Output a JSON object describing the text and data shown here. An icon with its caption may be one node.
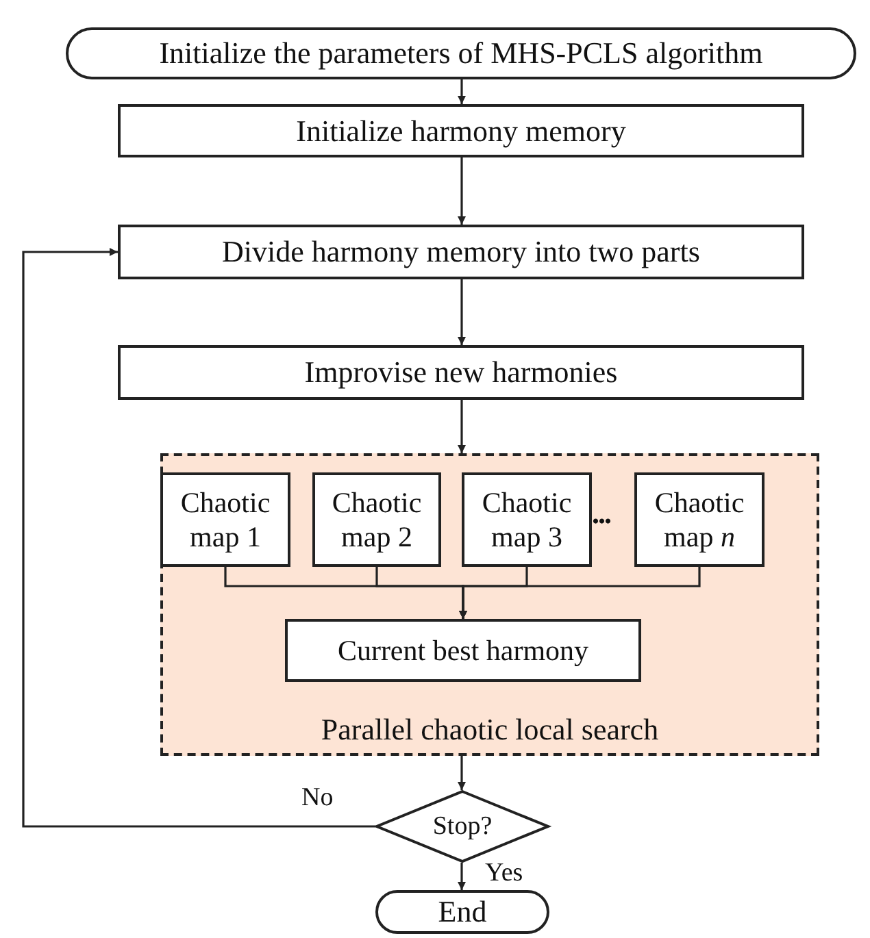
{
  "diagram": {
    "nodes": [
      {
        "text": [
          "Initialize the parameters of MHS-PCLS algorithm"
        ]
      },
      {
        "text": [
          "Initialize harmony memory"
        ]
      },
      {
        "text": [
          "Divide harmony memory into two parts"
        ]
      },
      {
        "text": [
          "Improvise new harmonies"
        ]
      },
      {
        "text": [
          "Parallel chaotic local search"
        ]
      },
      {
        "text": [
          "Chaotic map 1"
        ],
        "in": 4
      },
      {
        "text": [
          "Chaotic map 2"
        ],
        "in": 4
      },
      {
        "text": [
          "Chaotic map 3"
        ],
        "in": 4
      },
      {
        "text": [
          "Chaotic map *n*"
        ],
        "in": 4
      },
      {
        "text": [
          "Current best harmony"
        ],
        "in": 4
      },
      {
        "text": [
          "Stop?"
        ]
      },
      {
        "text": [
          "End"
        ]
      }
    ],
    "edges": [
      {
        "from": 0,
        "to": 1,
        "arrow": "to"
      },
      {
        "from": 1,
        "to": 2,
        "arrow": "to"
      },
      {
        "from": 2,
        "to": 3,
        "arrow": "to"
      },
      {
        "from": 3,
        "to": 4,
        "arrow": "to"
      },
      {
        "from": 5,
        "to": 9,
        "arrow": "to"
      },
      {
        "from": 6,
        "to": 9,
        "arrow": "to"
      },
      {
        "from": 7,
        "to": 9,
        "arrow": "to"
      },
      {
        "from": 8,
        "to": 9,
        "arrow": "to"
      },
      {
        "from": 4,
        "to": 10,
        "arrow": "to"
      },
      {
        "from": 10,
        "to": 2,
        "arrow": "to",
        "label": "No"
      },
      {
        "from": 10,
        "to": 11,
        "arrow": "to",
        "label": "Yes"
      }
    ],
    "labels": [
      "..."
    ]
  }
}
